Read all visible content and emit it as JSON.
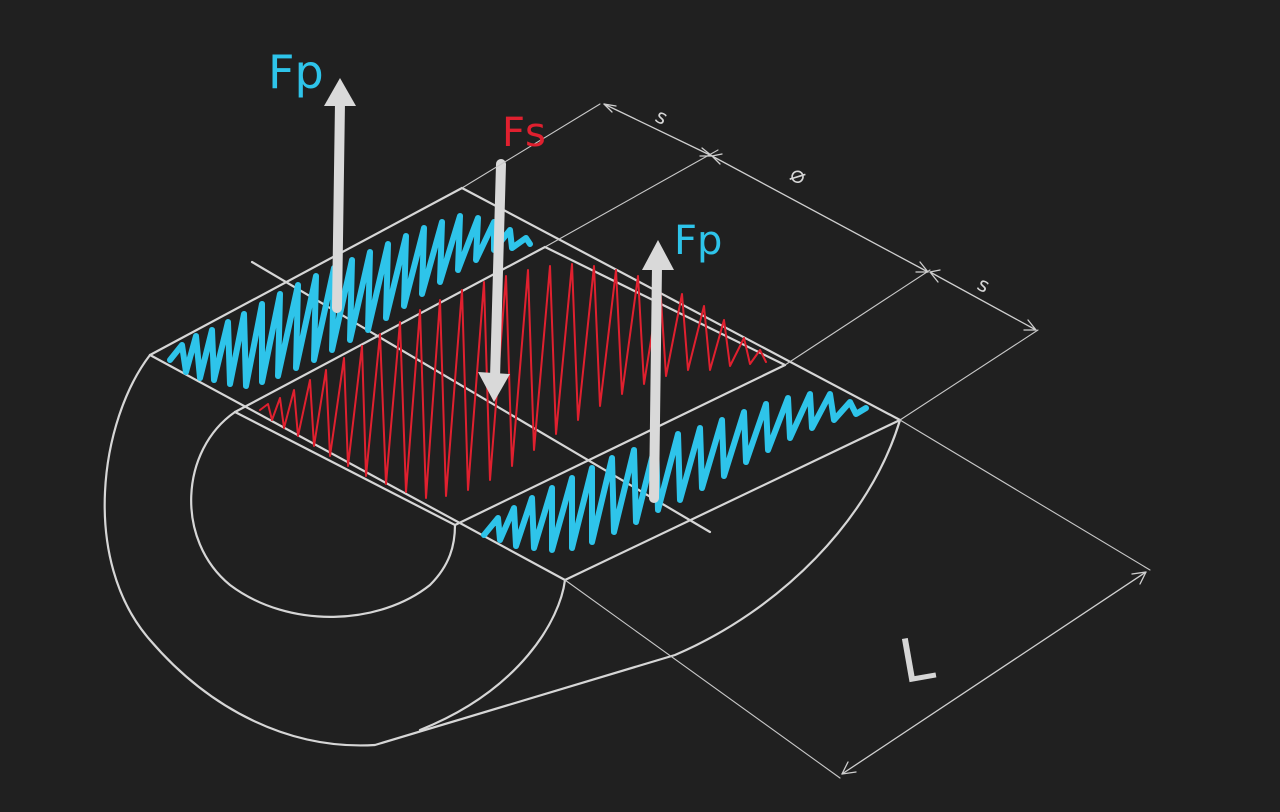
{
  "colors": {
    "background": "#202020",
    "line": "#d6d6d6",
    "arrow": "#d9d9d9",
    "contact_pressure": "#2ec4ea",
    "shear": "#e0202f"
  },
  "forces": {
    "fp_left": "Fp",
    "fs": "Fs",
    "fp_right": "Fp"
  },
  "dimensions": {
    "s_top": "s",
    "diameter": "⌀",
    "s_right": "s",
    "length": "L"
  }
}
